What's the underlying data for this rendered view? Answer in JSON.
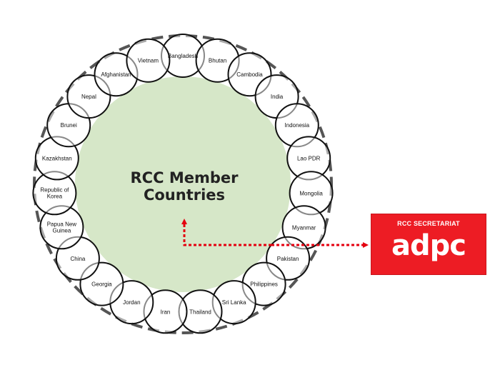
{
  "diagram": {
    "title_line1": "RCC Member",
    "title_line2": "Countries",
    "countries": [
      "Bangladesh",
      "Bhutan",
      "Cambodia",
      "India",
      "Indonesia",
      "Lao PDR",
      "Mongolia",
      "Myanmar",
      "Pakistan",
      "Philippines",
      "Sri Lanka",
      "Thailand",
      "Iran",
      "Jordan",
      "Georgia",
      "China",
      "Papua New Guinea",
      "Republic of Korea",
      "Kazakhstan",
      "Brunei",
      "Nepal",
      "Afghanistan",
      "Vietnam"
    ],
    "colors": {
      "center_fill": "#d6e7c8",
      "dashed_ring": "#555555",
      "bubble_stroke": "#111111",
      "arrow": "#e4000f",
      "secretariat_bg": "#ed1c24"
    }
  },
  "secretariat": {
    "title": "RCC SECRETARIAT",
    "logo_text": "adpc"
  }
}
